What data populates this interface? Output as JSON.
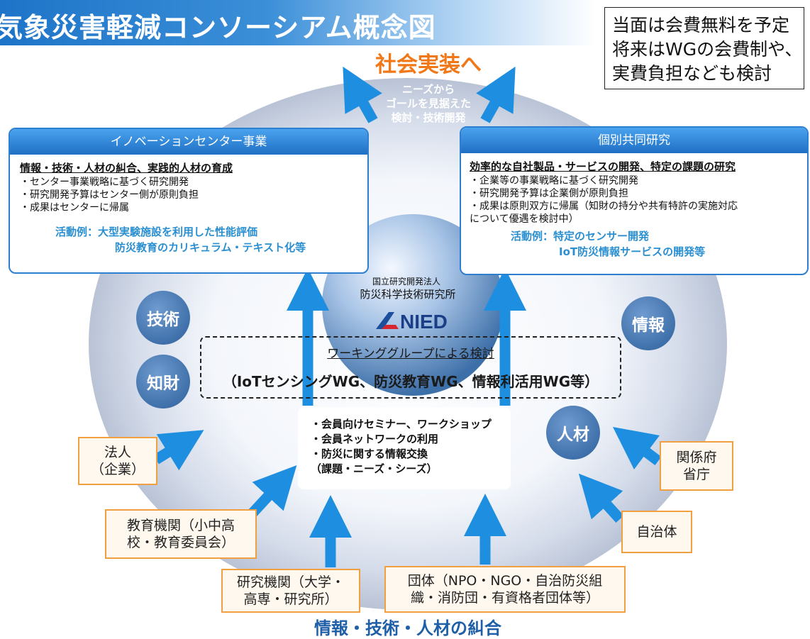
{
  "title": "気象災害軽減コンソーシアム概念図",
  "note": {
    "lines": [
      "当面は会費無料を予定",
      "将来はWGの会費制や、",
      "実費負担なども検討"
    ]
  },
  "top_goal": "社会実装へ",
  "needs_arrow": {
    "lines": [
      "ニーズから",
      "ゴールを見据えた",
      "検討・技術開発"
    ]
  },
  "left_panel": {
    "header": "イノベーションセンター事業",
    "subtitle": "情報・技術・人材の糾合、実践的人材の育成",
    "items": [
      "・センター事業戦略に基づく研究開発",
      "・研究開発予算はセンター側が原則負担",
      "・成果はセンターに帰属"
    ],
    "activities": [
      "活動例：大型実験施設を利用した性能評価",
      "防災教育のカリキュラム・テキスト化等"
    ]
  },
  "right_panel": {
    "header": "個別共同研究",
    "subtitle": "効率的な自社製品・サービスの開発、特定の課題の研究",
    "items": [
      "・企業等の事業戦略に基づく研究開発",
      "・研究開発予算は企業側が原則負担",
      "・成果は原則双方に帰属（知財の持分や共有特許の実施対応",
      "について優遇を検討中）"
    ],
    "activities": [
      "活動例：特定のセンサー開発",
      "IoT防災情報サービスの開発等"
    ]
  },
  "nied": {
    "org_type": "国立研究開発法人",
    "org_name": "防災科学技術研究所",
    "logo_text": "NIED"
  },
  "circles": {
    "tech": "技術",
    "ip": "知財",
    "info": "情報",
    "hr": "人材"
  },
  "working_group": {
    "title": "ワーキンググループによる検討",
    "items": "（IoTセンシングWG、防災教育WG、情報利活用WG等）"
  },
  "member_services": [
    "・会員向けセミナー、ワークショップ",
    "・会員ネットワークの利用",
    "・防災に関する情報交換",
    "（課題・ニーズ・シーズ）"
  ],
  "participants": {
    "corp": [
      "法人",
      "（企業）"
    ],
    "edu": [
      "教育機関（小中高",
      "校・教育委員会）"
    ],
    "research": [
      "研究機関（大学・",
      "高専・研究所）"
    ],
    "org": [
      "団体（NPO・NGO・自治防災組",
      "織・消防団・有資格者団体等）"
    ],
    "gov": [
      "関係府",
      "省庁"
    ],
    "local": [
      "自治体"
    ]
  },
  "bottom_label": "情報・技術・人材の糾合",
  "colors": {
    "accent_blue": "#2d7fd0",
    "orange": "#f07818",
    "arrow_blue": "#1e8fe0"
  }
}
